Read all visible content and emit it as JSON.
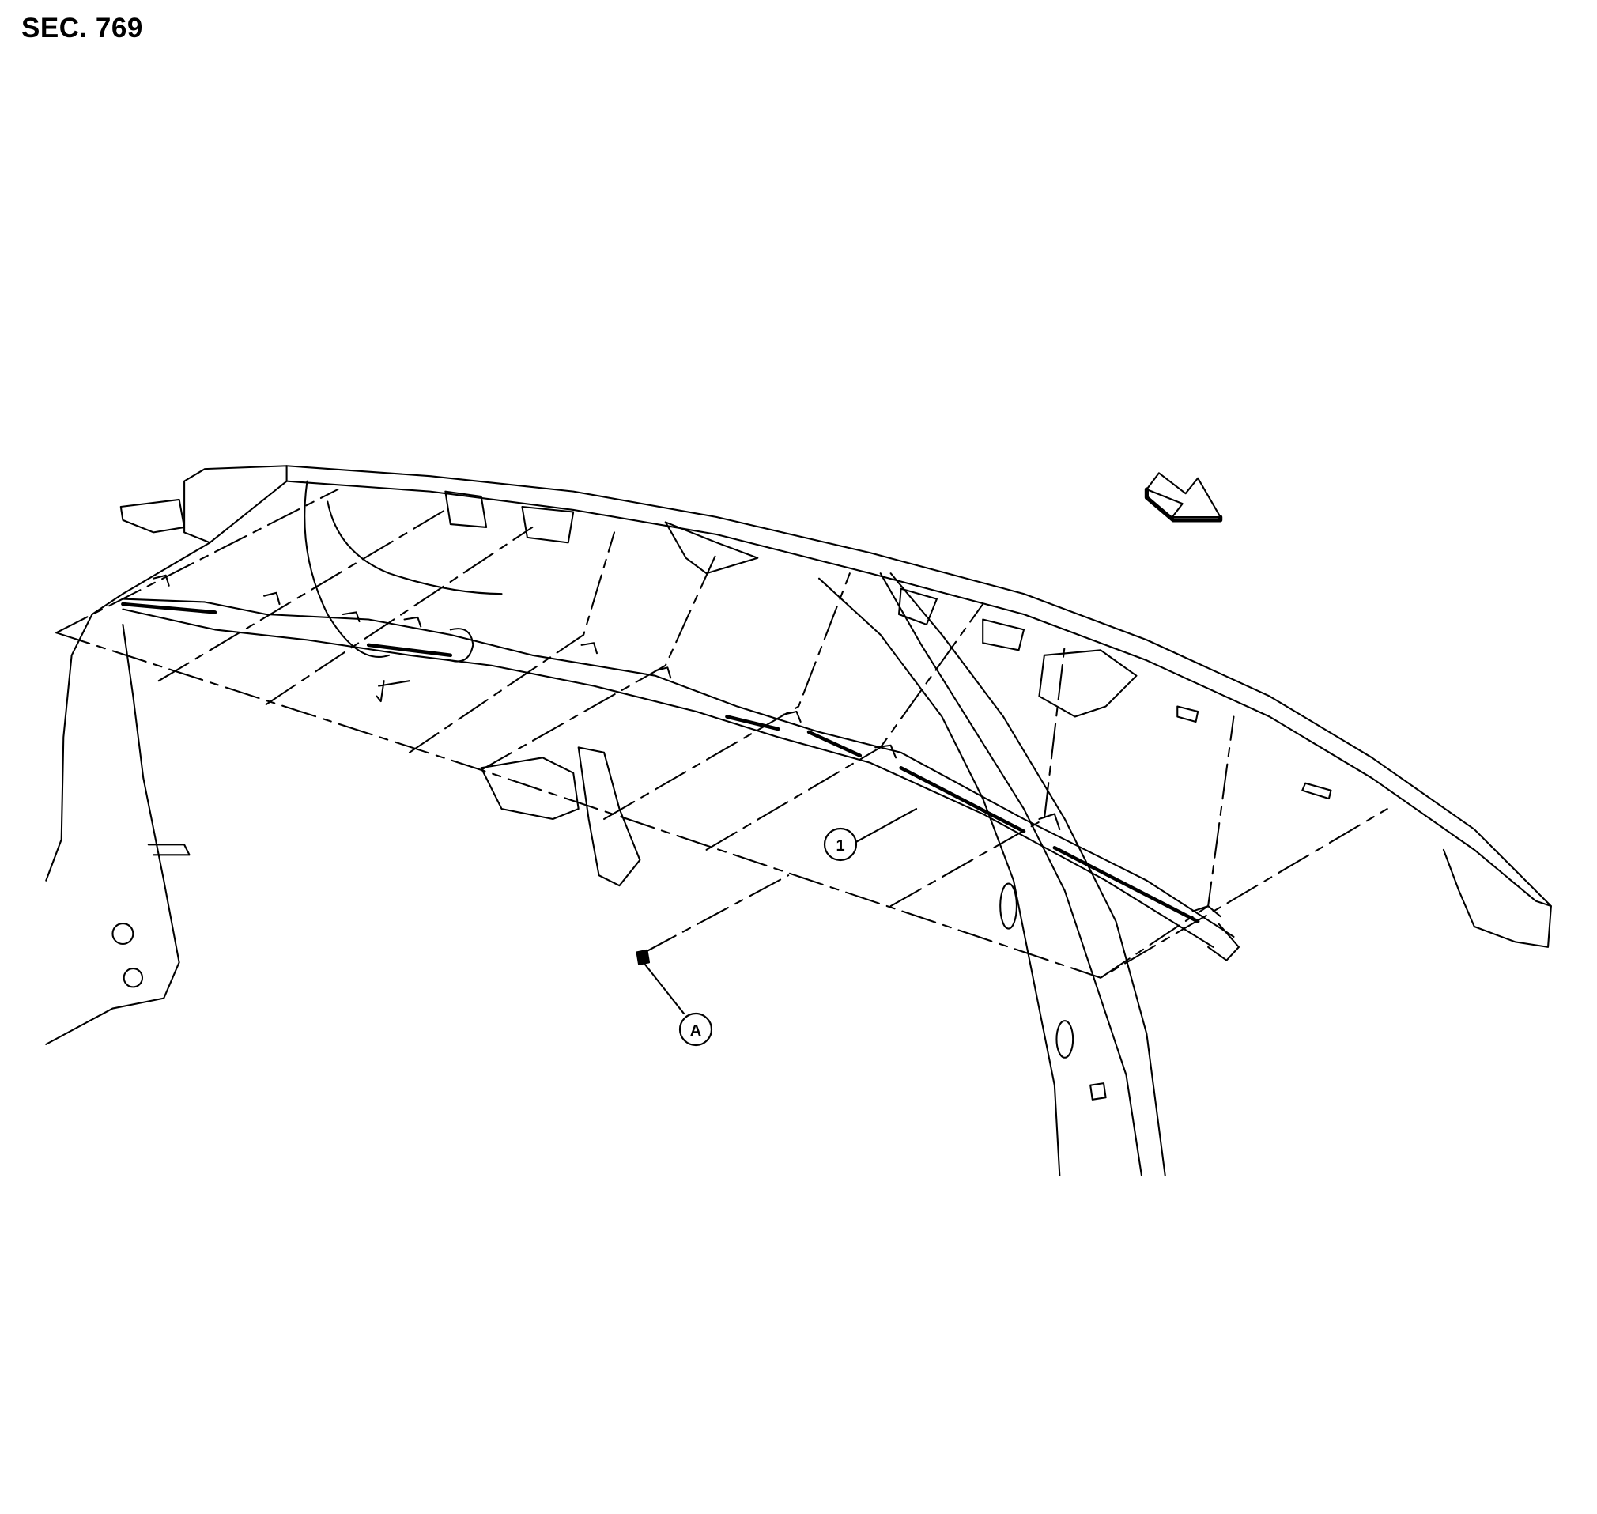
{
  "section_label": "SEC. 769",
  "callouts": {
    "part_1": "1",
    "fastener_a": "A"
  },
  "colors": {
    "line": "#000000",
    "background": "#ffffff"
  }
}
